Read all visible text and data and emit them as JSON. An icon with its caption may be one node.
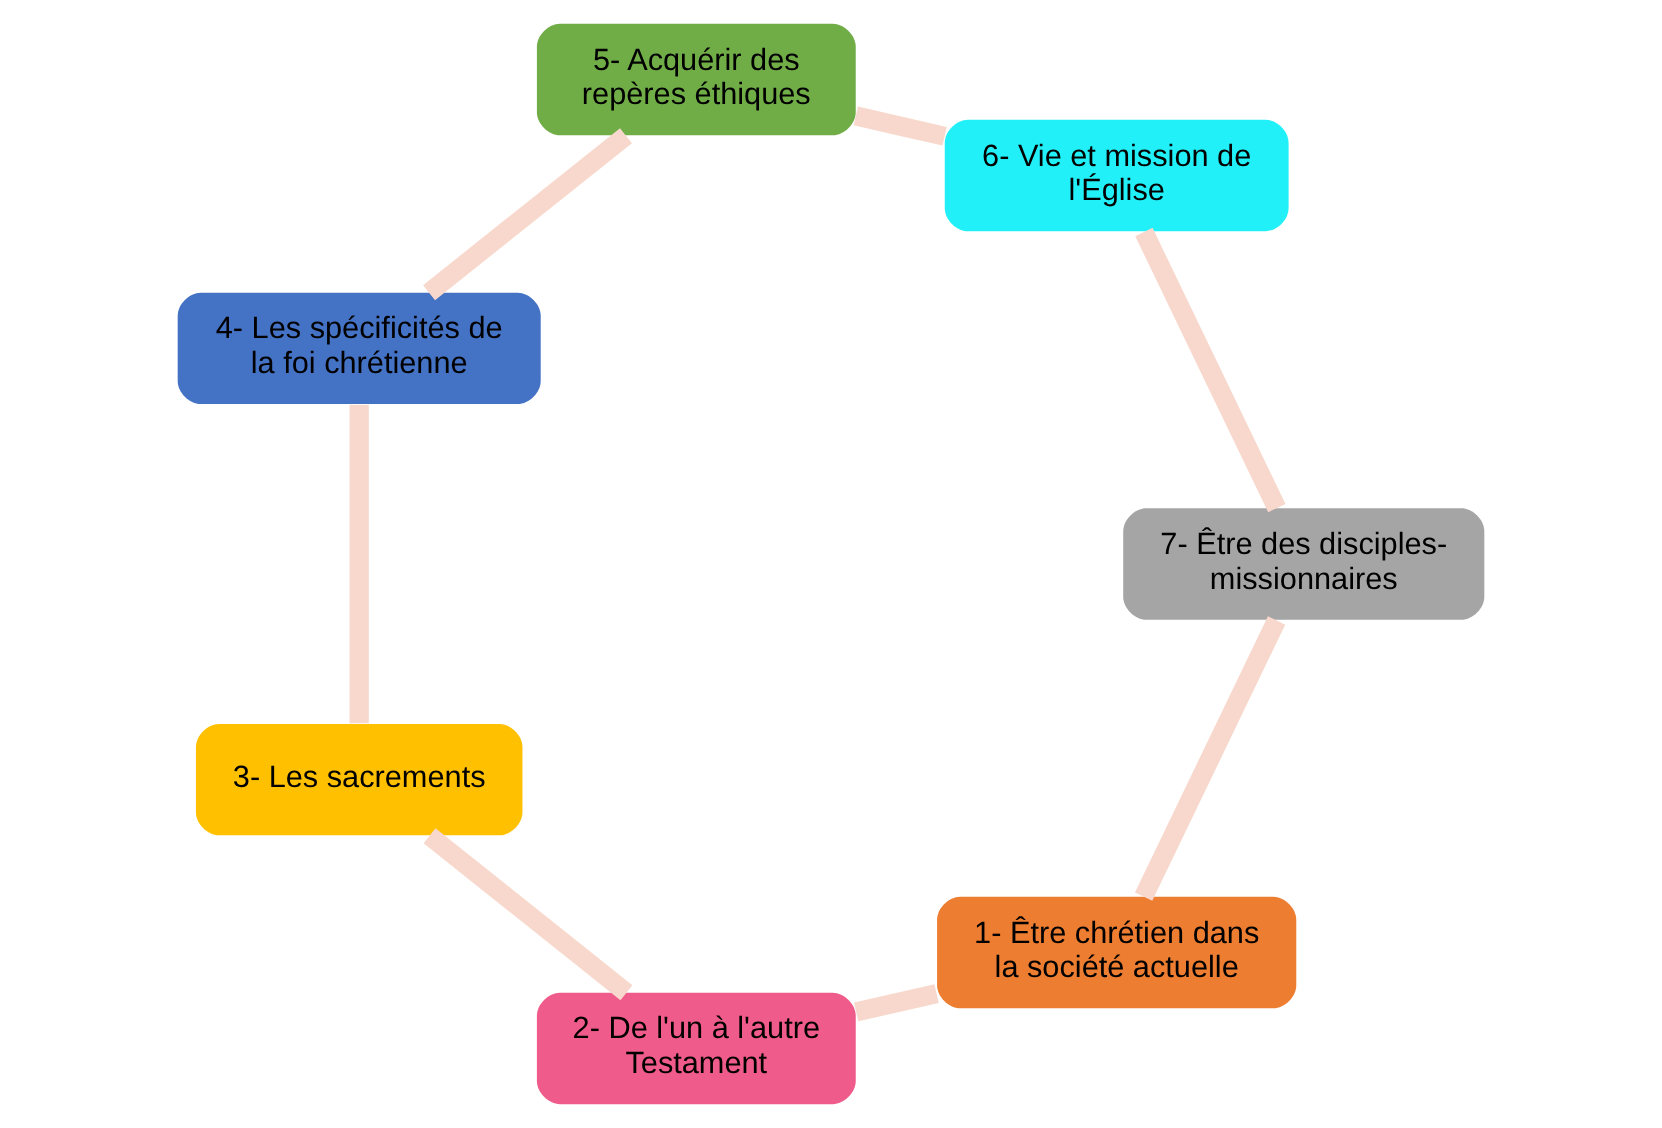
{
  "diagram": {
    "nodes": [
      {
        "text": [
          "1- Être chrétien dans la société actuelle"
        ]
      },
      {
        "text": [
          "2- De l'un à l'autre Testament"
        ]
      },
      {
        "text": [
          "3- Les sacrements"
        ]
      },
      {
        "text": [
          "4- Les spécificités de la foi chrétienne"
        ]
      },
      {
        "text": [
          "5- Acquérir des repères éthiques"
        ]
      },
      {
        "text": [
          "6- Vie et mission de l'Église"
        ]
      },
      {
        "text": [
          "7- Être des disciples-missionnaires"
        ]
      }
    ],
    "edges": [
      {
        "from": 0,
        "to": 1,
        "arrow": "none"
      },
      {
        "from": 1,
        "to": 2,
        "arrow": "none"
      },
      {
        "from": 2,
        "to": 3,
        "arrow": "none"
      },
      {
        "from": 3,
        "to": 4,
        "arrow": "none"
      },
      {
        "from": 4,
        "to": 5,
        "arrow": "none"
      },
      {
        "from": 5,
        "to": 6,
        "arrow": "none"
      },
      {
        "from": 6,
        "to": 0,
        "arrow": "none"
      }
    ]
  }
}
